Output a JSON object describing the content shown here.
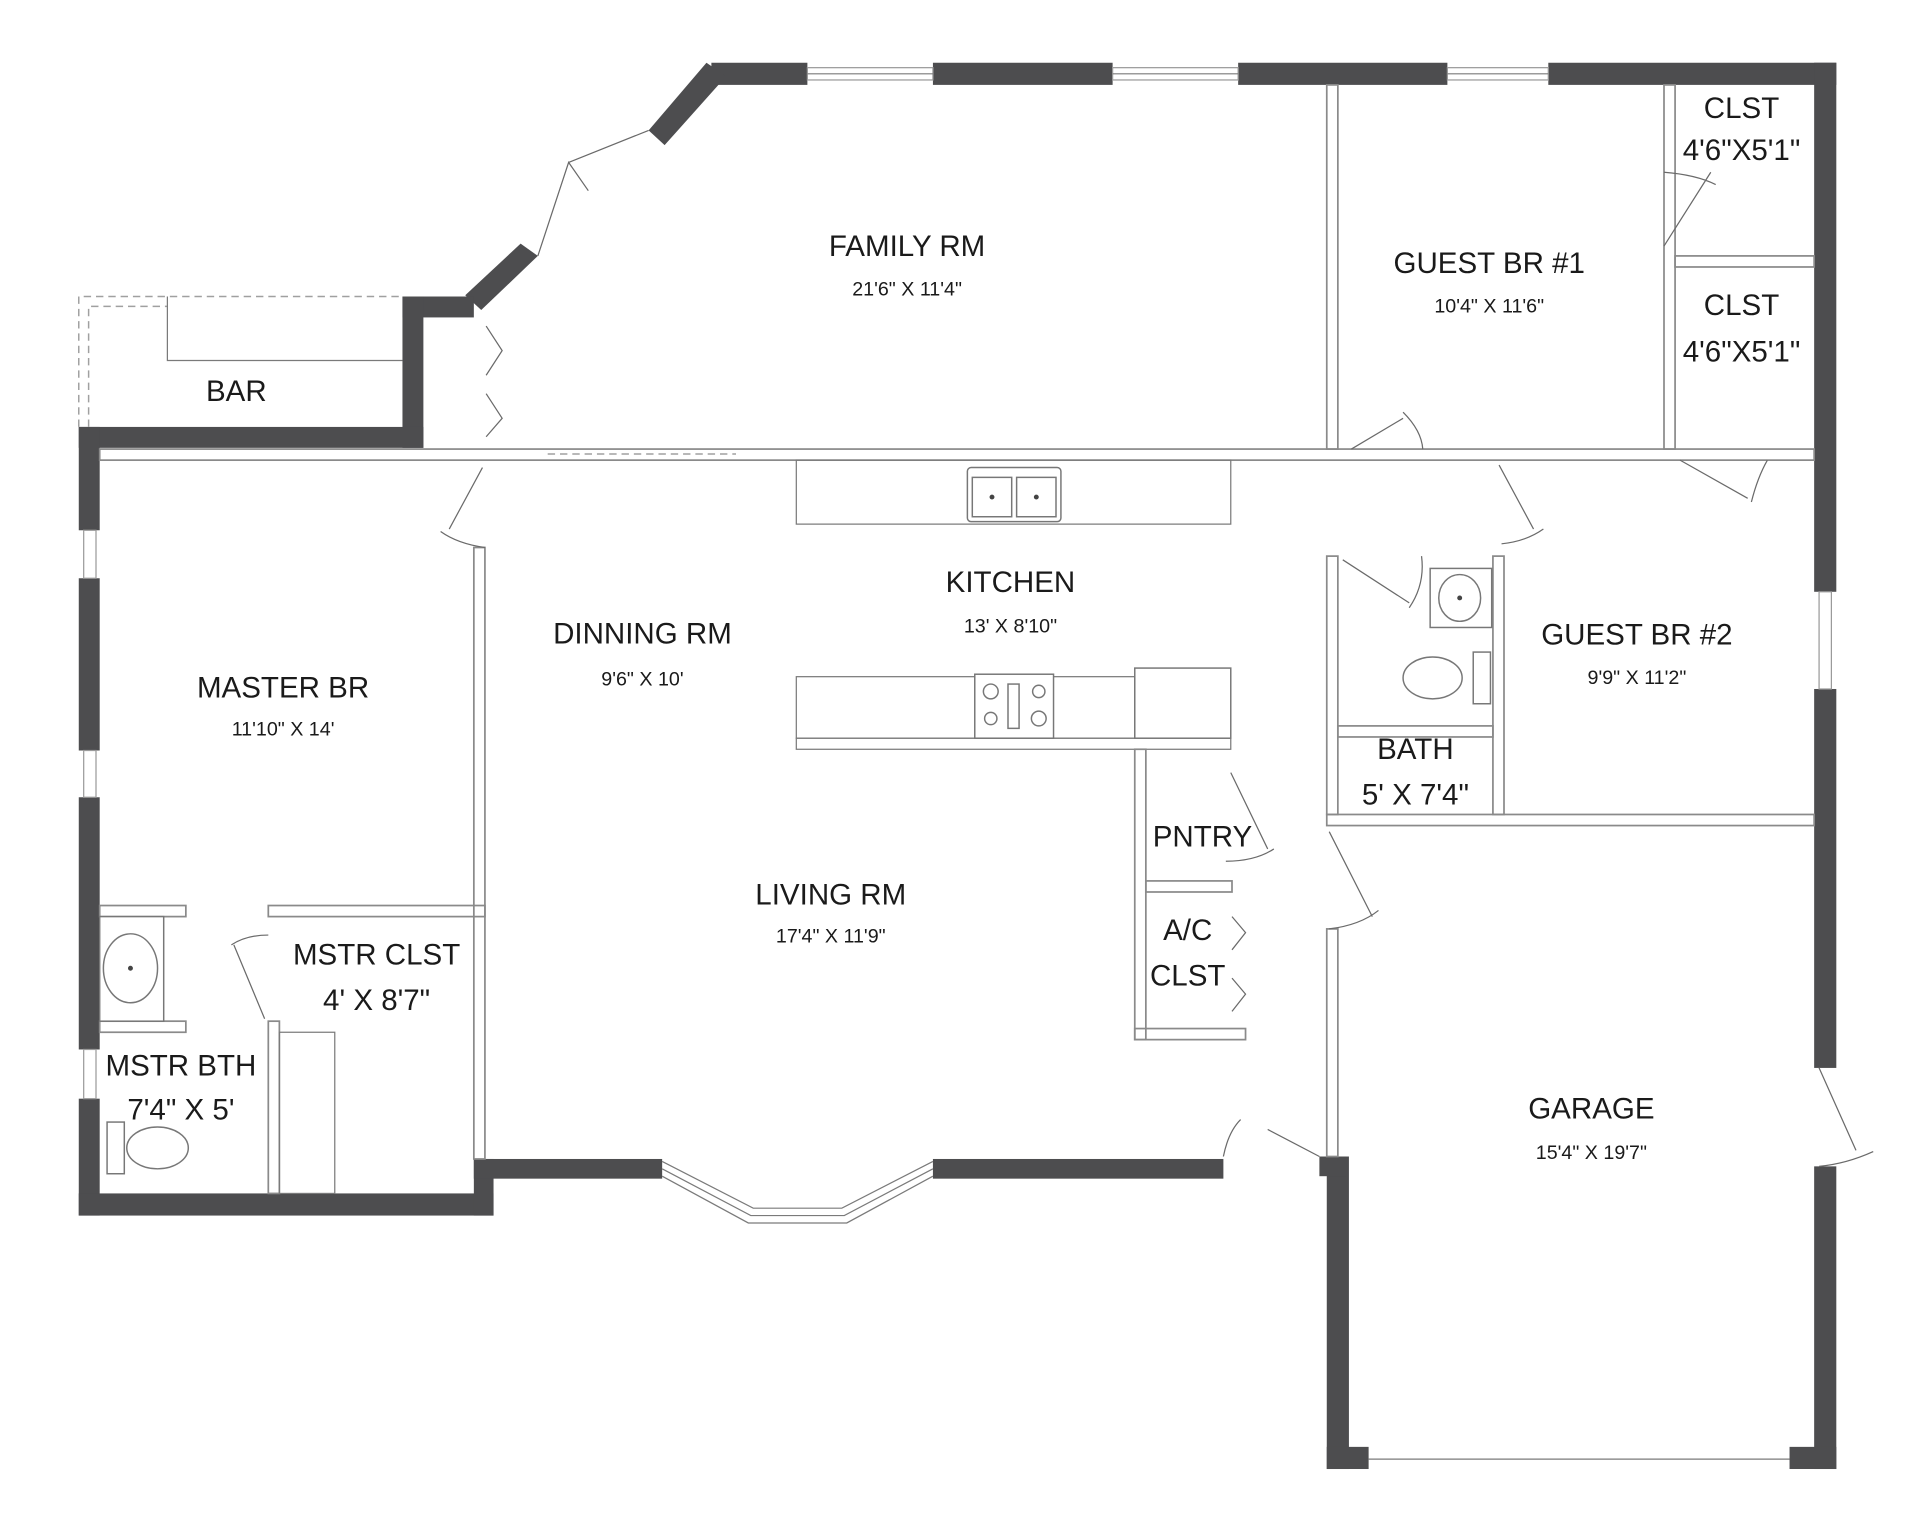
{
  "plan": {
    "colors": {
      "wall": "#4d4d4f",
      "interior_line": "#8a8a8a",
      "background": "#ffffff",
      "text": "#1a1a1a"
    },
    "rooms": {
      "family": {
        "name": "FAMILY RM",
        "dim": "21'6\" X 11'4\""
      },
      "guest1": {
        "name": "GUEST BR #1",
        "dim": "10'4\" X 11'6\""
      },
      "clst1": {
        "name": "CLST",
        "dim": "4'6\"X5'1\""
      },
      "clst2": {
        "name": "CLST",
        "dim": "4'6\"X5'1\""
      },
      "bar": {
        "name": "BAR"
      },
      "kitchen": {
        "name": "KITCHEN",
        "dim": "13' X 8'10\""
      },
      "dining": {
        "name": "DINNING RM",
        "dim": "9'6\" X 10'"
      },
      "master": {
        "name": "MASTER BR",
        "dim": "11'10\" X 14'"
      },
      "guest2": {
        "name": "GUEST BR #2",
        "dim": "9'9\" X 11'2\""
      },
      "bath": {
        "name": "BATH",
        "dim": "5' X 7'4\""
      },
      "pantry": {
        "name": "PNTRY"
      },
      "ac": {
        "name": "A/C",
        "name2": "CLST"
      },
      "living": {
        "name": "LIVING RM",
        "dim": "17'4\" X 11'9\""
      },
      "mstr_clst": {
        "name": "MSTR CLST",
        "dim": "4' X 8'7\""
      },
      "mstr_bth": {
        "name": "MSTR BTH",
        "dim": "7'4\" X 5'"
      },
      "garage": {
        "name": "GARAGE",
        "dim": "15'4\" X 19'7\""
      }
    },
    "fixtures": [
      "double-sink",
      "range-stove",
      "refrigerator",
      "toilet",
      "lavatory-sink"
    ]
  }
}
